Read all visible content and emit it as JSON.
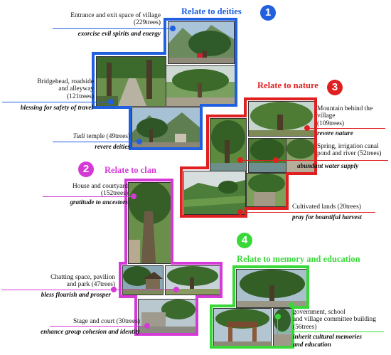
{
  "colors": {
    "deities": "#1f5fe0",
    "nature": "#e02020",
    "clan": "#d63ad6",
    "memory": "#38d838"
  },
  "groups": {
    "deities": {
      "number": "1",
      "title": "Relate to deities",
      "items": [
        {
          "label_lines": [
            "Entrance and exit space of village",
            "(229trees)"
          ],
          "meaning": "exorcise evil spirits and energy"
        },
        {
          "label_lines": [
            "Bridgehead, roadside",
            "and alleyway",
            "(121trees)"
          ],
          "meaning": "blessing for safety of travel"
        },
        {
          "label_prefix": "Tudi",
          "label_rest": " temple (49trees)",
          "meaning": "revere deities"
        }
      ]
    },
    "nature": {
      "number": "3",
      "title": "Relate to nature",
      "items": [
        {
          "label_lines": [
            "Mountain behind the",
            "village",
            "(109trees)"
          ],
          "meaning": "revere nature"
        },
        {
          "label_lines": [
            "Spring, irrigation canal",
            "pond and river (52trees)"
          ],
          "meaning": "abundant water supply"
        },
        {
          "label_lines": [
            "Cultivated lands (20trees)"
          ],
          "meaning": "pray for bountiful harvest"
        }
      ]
    },
    "clan": {
      "number": "2",
      "title": "Relate to clan",
      "items": [
        {
          "label_lines": [
            "House and courtyard",
            "(152trees)"
          ],
          "meaning": "gratitude to ancestors"
        },
        {
          "label_lines": [
            "Chatting space, pavilion",
            "and park (47trees)"
          ],
          "meaning": "bless flourish and prosper"
        },
        {
          "label_lines": [
            "Stage and court (30trees)"
          ],
          "meaning": "enhance group cohesion and identity"
        }
      ]
    },
    "memory": {
      "number": "4",
      "title": "Relate to memory and education",
      "items": [
        {
          "label_lines": [
            "government, school",
            "and village committee building",
            "(56trees)"
          ],
          "meaning_lines": [
            "inherit cultural memories",
            "and education"
          ]
        }
      ]
    }
  }
}
